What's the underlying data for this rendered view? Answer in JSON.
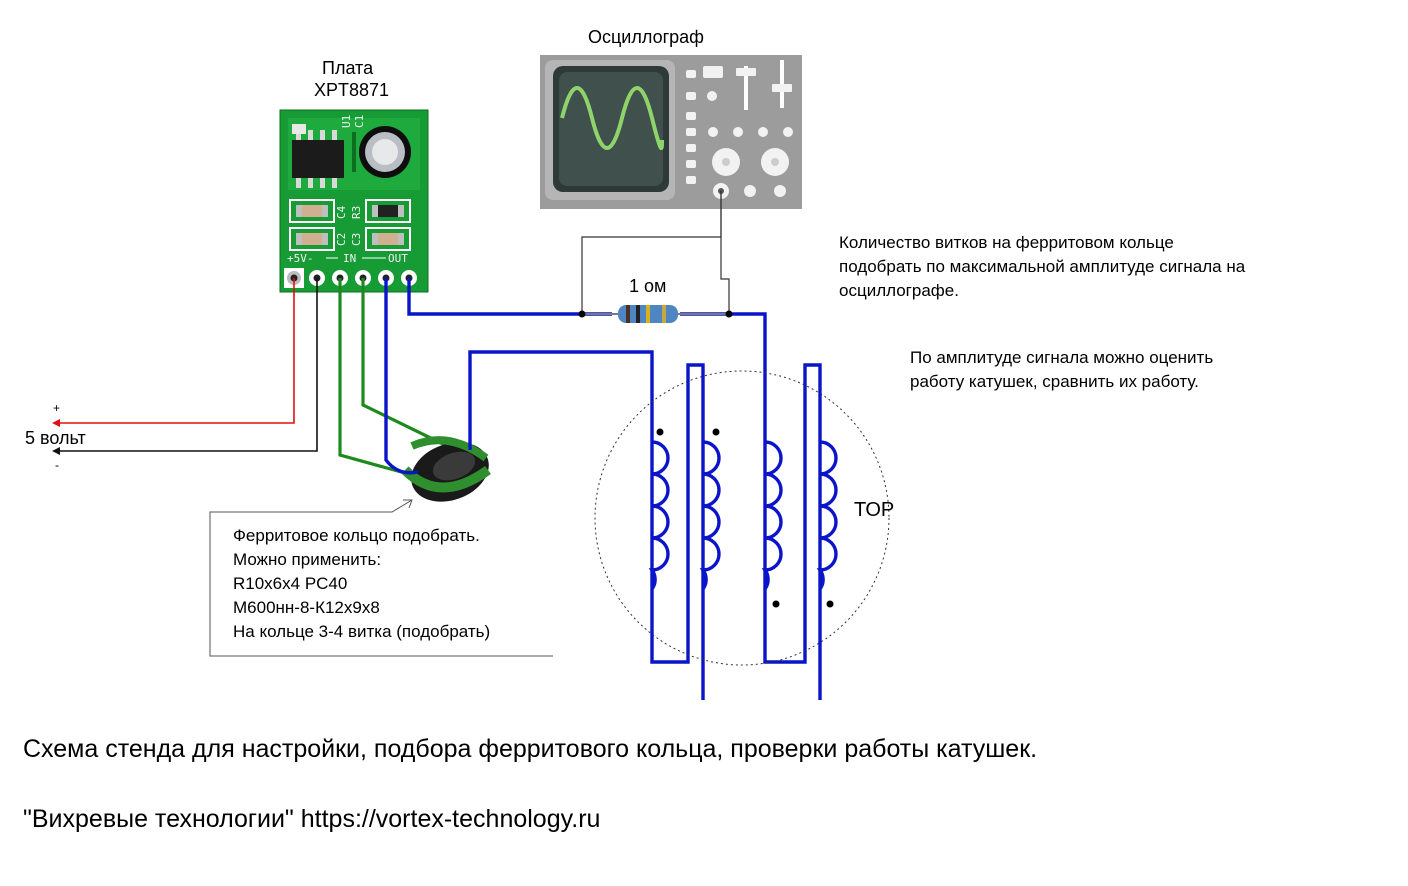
{
  "board": {
    "title_line1": "Плата",
    "title_line2": "XPT8871",
    "silk": {
      "power": "+5V-",
      "in": "IN",
      "out": "OUT",
      "c4": "C4",
      "r3": "R3",
      "c2": "C2",
      "c3": "C3",
      "u1": "U1",
      "c1": "C1"
    }
  },
  "oscilloscope": {
    "title": "Осциллограф"
  },
  "resistor": {
    "label": "1 ом"
  },
  "power": {
    "plus": "+",
    "label": "5 вольт",
    "minus": "-"
  },
  "tor": {
    "label": "ТОР"
  },
  "notes": {
    "turns": [
      "Количество витков на ферритовом кольце",
      "подобрать по максимальной амплитуде сигнала на",
      "осциллографе."
    ],
    "amplitude": [
      "По амплитуде сигнала можно оценить",
      "работу катушек, сравнить их работу."
    ],
    "ferrite": [
      "Ферритовое кольцо подобрать.",
      "Можно применить:",
      "R10x6x4 PC40",
      "М600нн-8-К12х9х8",
      "На кольце 3-4 витка (подобрать)"
    ]
  },
  "footer": {
    "caption": "Схема стенда для настройки, подбора ферритового кольца, проверки работы катушек.",
    "credit": "\"Вихревые технологии\"  https://vortex-technology.ru"
  },
  "colors": {
    "wire_blue": "#0a14c8",
    "wire_red": "#e01010",
    "wire_green": "#1e8a1e",
    "pcb": "#159a33",
    "scope_body": "#9a9a9a",
    "scope_screen": "#3a4a48"
  }
}
